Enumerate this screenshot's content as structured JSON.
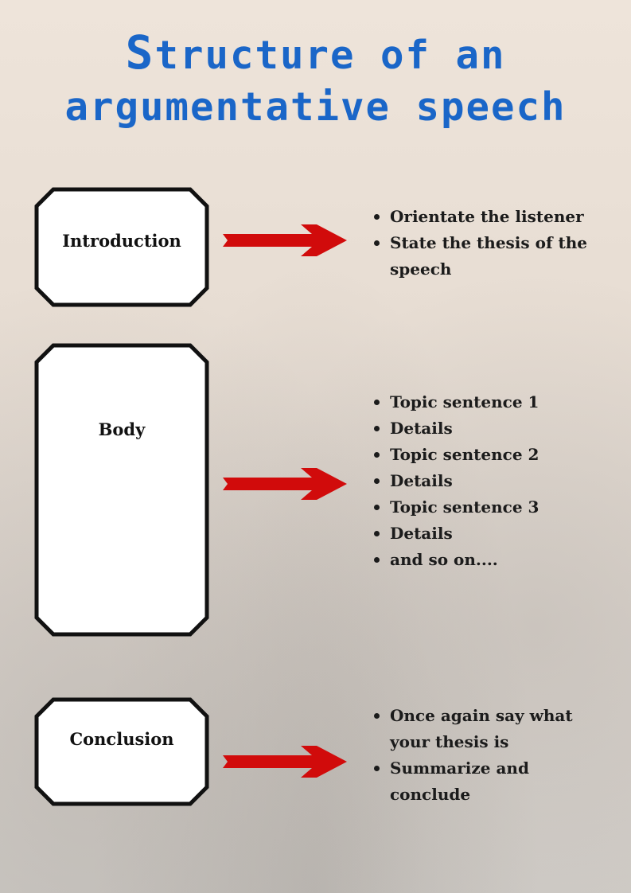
{
  "title": {
    "line1_cap": "S",
    "line1_rest": "tructure of an",
    "line2": "argumentative speech"
  },
  "colors": {
    "title": "#1a66c8",
    "arrow": "#d10b0b",
    "box_border": "#111111",
    "box_fill": "#ffffff"
  },
  "sections": [
    {
      "label": "Introduction",
      "items": [
        "Orientate the listener",
        "State the thesis of the",
        "speech"
      ]
    },
    {
      "label": "Body",
      "items": [
        "Topic sentence 1",
        "Details",
        "Topic sentence 2",
        "Details",
        "Topic sentence 3",
        "Details",
        "and so on...."
      ]
    },
    {
      "label": "Conclusion",
      "items": [
        "Once again say what",
        "your thesis is",
        "Summarize and",
        "conclude"
      ]
    }
  ]
}
